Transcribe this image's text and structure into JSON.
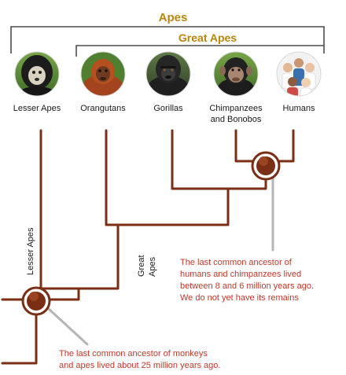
{
  "title": "Apes",
  "subtitle": "Great Apes",
  "species": [
    {
      "label": "Lesser Apes",
      "icon": "gibbon-photo"
    },
    {
      "label": "Orangutans",
      "icon": "orangutan-photo"
    },
    {
      "label": "Gorillas",
      "icon": "gorilla-photo"
    },
    {
      "label_line1": "Chimpanzees",
      "label_line2": "and Bonobos",
      "icon": "chimpanzee-photo"
    },
    {
      "label": "Humans",
      "icon": "humans-photo"
    }
  ],
  "branch_labels": {
    "lesser": "Lesser Apes",
    "great_line1": "Great",
    "great_line2": "Apes"
  },
  "note_human_chimp": [
    "The last common ancestor of",
    "humans and chimpanzees lived",
    "between 8 and 6 million years ago.",
    "We do not yet have its remains"
  ],
  "note_monkey_ape": [
    "The last common ancestor of monkeys",
    "and apes lived about 25 million years ago."
  ],
  "colors": {
    "branch": "#7a2e14",
    "title": "#b8860b",
    "note": "#c0392b",
    "bracket": "#4d4d4d"
  }
}
